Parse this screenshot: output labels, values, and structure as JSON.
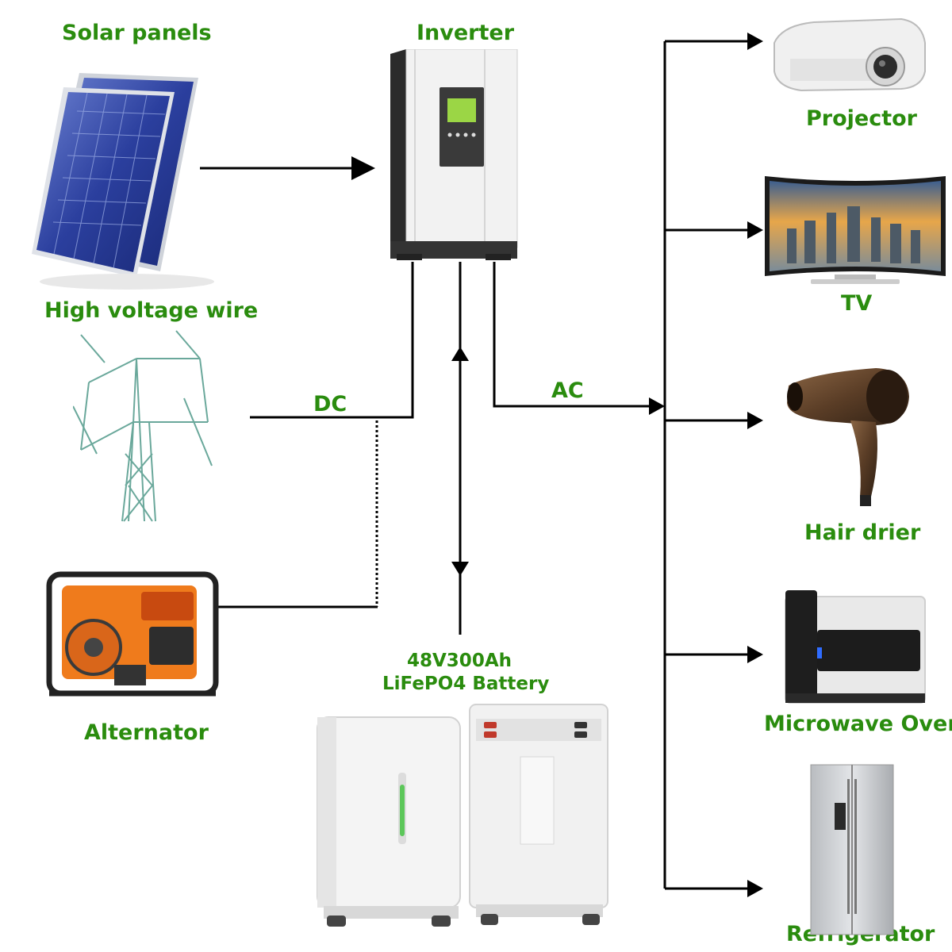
{
  "labels": {
    "solar_panels": "Solar panels",
    "high_voltage_wire": "High voltage wire",
    "alternator": "Alternator",
    "inverter": "Inverter",
    "battery_line1": "48V300Ah",
    "battery_line2": "LiFePO4 Battery",
    "dc": "DC",
    "ac": "AC",
    "projector": "Projector",
    "tv": "TV",
    "hair_drier": "Hair drier",
    "microwave_oven": "Microwave Oven",
    "refrigerator": "Refrigerator"
  },
  "colors": {
    "label_green": "#2a8c0e",
    "wire": "#000000"
  },
  "icons": {
    "solar": "solar-panel-icon",
    "tower": "transmission-tower-icon",
    "alternator": "generator-icon",
    "inverter": "inverter-icon",
    "battery": "battery-cabinet-icon",
    "projector": "projector-icon",
    "tv": "tv-icon",
    "hair_drier": "hair-drier-icon",
    "microwave": "microwave-icon",
    "refrigerator": "refrigerator-icon"
  }
}
